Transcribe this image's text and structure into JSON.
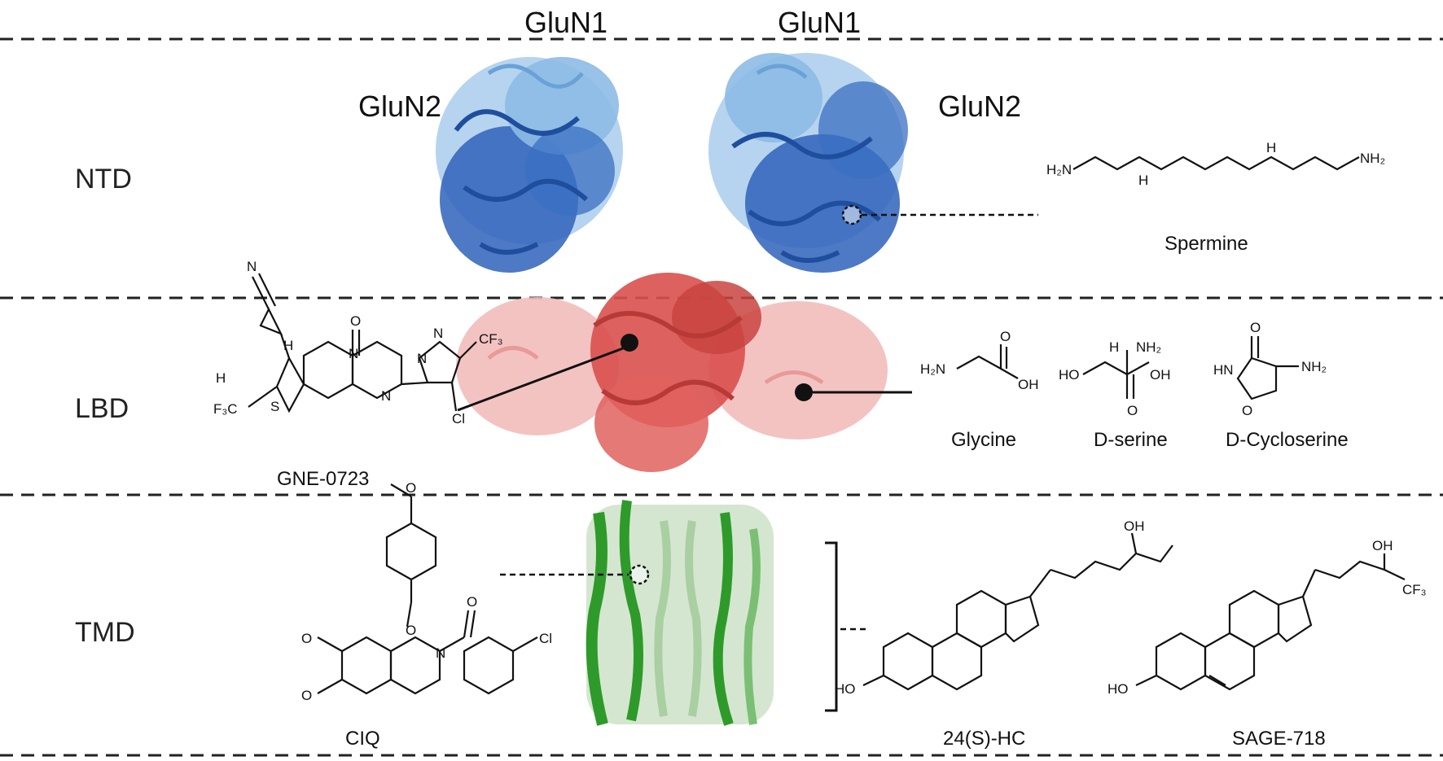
{
  "regions": {
    "ntd": "NTD",
    "lbd": "LBD",
    "tmd": "TMD"
  },
  "subunits": {
    "glun1_left": "GluN1",
    "glun1_right": "GluN1",
    "glun2_left": "GluN2",
    "glun2_right": "GluN2"
  },
  "compounds": {
    "spermine": "Spermine",
    "gne": "GNE-0723",
    "glycine": "Glycine",
    "dserine": "D-serine",
    "dcycloserine": "D-Cycloserine",
    "ciq": "CIQ",
    "hc24": "24(S)-HC",
    "sage": "SAGE-718"
  },
  "colors": {
    "ntd_dark": "#2a5db5",
    "ntd_light": "#9cc6ea",
    "lbd_dark": "#d9504c",
    "lbd_light": "#f0b4b2",
    "tmd_dark": "#2e9a2a",
    "tmd_light": "#c9dfc5"
  },
  "atoms": {
    "h2n": "H₂N",
    "nh2": "NH₂",
    "nh": "H",
    "h": "H",
    "n": "N",
    "o": "O",
    "oh": "OH",
    "ho": "HO",
    "hn": "HN",
    "s": "S",
    "cl": "Cl",
    "cf3": "CF₃",
    "f3c": "F₃C"
  }
}
